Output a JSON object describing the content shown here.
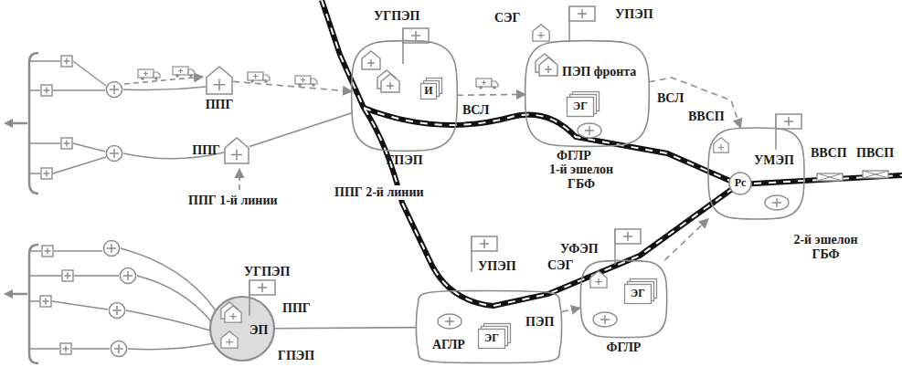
{
  "diagram": {
    "nodes": [
      {
        "text": [
          "ППГ"
        ]
      },
      {
        "text": [
          "ППГ"
        ]
      },
      {
        "text": [
          "ГПЭП"
        ]
      },
      {
        "text": [
          "И"
        ],
        "in": 2
      },
      {
        "text": [
          "ПЭП фронта"
        ]
      },
      {
        "text": [
          "ЭГ"
        ],
        "in": 4
      },
      {
        "text": [
          "УМЭП"
        ]
      },
      {
        "text": [
          "Рс"
        ],
        "in": 6
      },
      {
        "text": [
          "ЭП"
        ]
      },
      {
        "text": [
          "ПЭП"
        ]
      },
      {
        "text": [
          "ЭГ"
        ],
        "in": 9
      },
      {
        "text": [
          "ФГЛР"
        ]
      },
      {
        "text": [
          "ЭГ"
        ],
        "in": 11
      }
    ],
    "edges": [
      {
        "from": 0,
        "to": 2,
        "arrow": "to"
      },
      {
        "from": 1,
        "to": 2,
        "arrow": "none"
      },
      {
        "from": 2,
        "to": 4,
        "arrow": "to"
      },
      {
        "from": 4,
        "to": 6,
        "arrow": "to"
      },
      {
        "from": 8,
        "to": 9,
        "arrow": "none"
      },
      {
        "from": 9,
        "to": 11,
        "arrow": "to"
      },
      {
        "from": 11,
        "to": 6,
        "arrow": "to"
      }
    ],
    "labels": [
      "ППГ 1-й линии",
      "УГПЭП",
      "ВСЛ",
      "СЭГ",
      "УПЭП",
      "ФГЛР",
      "ВСЛ",
      "ВВСП",
      "1-й эшелон ГБФ",
      "ППГ 2-й линии",
      "ВВСП",
      "ПВСП",
      "2-й эшелон ГБФ",
      "УГПЭП",
      "ППГ",
      "ГПЭП",
      "УПЭП",
      "АГЛР",
      "УФЭП",
      "СЭГ"
    ]
  }
}
